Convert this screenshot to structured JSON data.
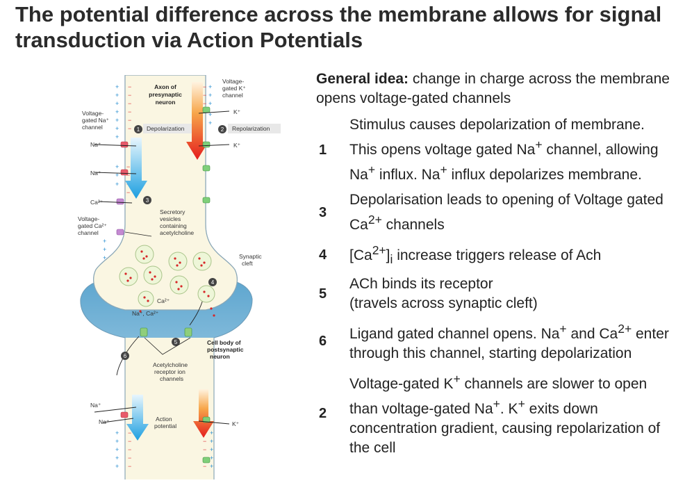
{
  "title": "The potential difference across the membrane allows for signal transduction via Action Potentials",
  "intro": {
    "bold": "General idea:",
    "text": " change in charge across the membrane opens voltage-gated channels"
  },
  "steps": [
    {
      "num": "1",
      "html": "Stimulus causes depolarization of membrane. This opens voltage gated Na<sup>+</sup> channel, allowing Na<sup>+</sup> influx. Na<sup>+</sup> influx depolarizes membrane."
    },
    {
      "num": "3",
      "html": "Depolarisation leads to opening of Voltage gated Ca<sup>2+</sup> channels"
    },
    {
      "num": "4",
      "html": "[Ca<sup>2+</sup>]<sub>i</sub> increase triggers release of Ach"
    },
    {
      "num": "5",
      "html": "ACh binds its receptor<br>(travels across synaptic cleft)"
    },
    {
      "num": "6",
      "html": "Ligand gated channel opens. Na<sup>+</sup> and Ca<sup>2+</sup> enter through this channel, starting depolarization"
    },
    {
      "num": "2",
      "html": "Voltage-gated K<sup>+</sup> channels are slower to open than voltage-gated Na<sup>+</sup>. K<sup>+</sup> exits down concentration gradient, causing repolarization of the cell"
    }
  ],
  "diagram": {
    "axon_label": [
      "Axon of",
      "presynaptic",
      "neuron"
    ],
    "vgk_label": [
      "Voltage-",
      "gated K⁺",
      "channel"
    ],
    "vgna_label": [
      "Voltage-",
      "gated Na⁺",
      "channel"
    ],
    "vgca_label": [
      "Voltage-",
      "gated Ca²⁺",
      "channel"
    ],
    "depolarization": "Depolarization",
    "repolarization": "Repolarization",
    "secretory_label": [
      "Secretory",
      "vesicles",
      "containing",
      "acetylcholine"
    ],
    "synaptic_cleft": [
      "Synaptic",
      "cleft"
    ],
    "cell_body_label": [
      "Cell body of",
      "postsynaptic",
      "neuron"
    ],
    "ach_receptor_label": [
      "Acetylcholine",
      "receptor ion",
      "channels"
    ],
    "action_potential": [
      "Action",
      "potential"
    ],
    "na_ion": "Na⁺",
    "k_ion": "K⁺",
    "ca_ion": "Ca²⁺",
    "na_ca_ion": "Na⁺, Ca²⁺",
    "badges": [
      "1",
      "2",
      "3",
      "4",
      "5",
      "6"
    ]
  }
}
